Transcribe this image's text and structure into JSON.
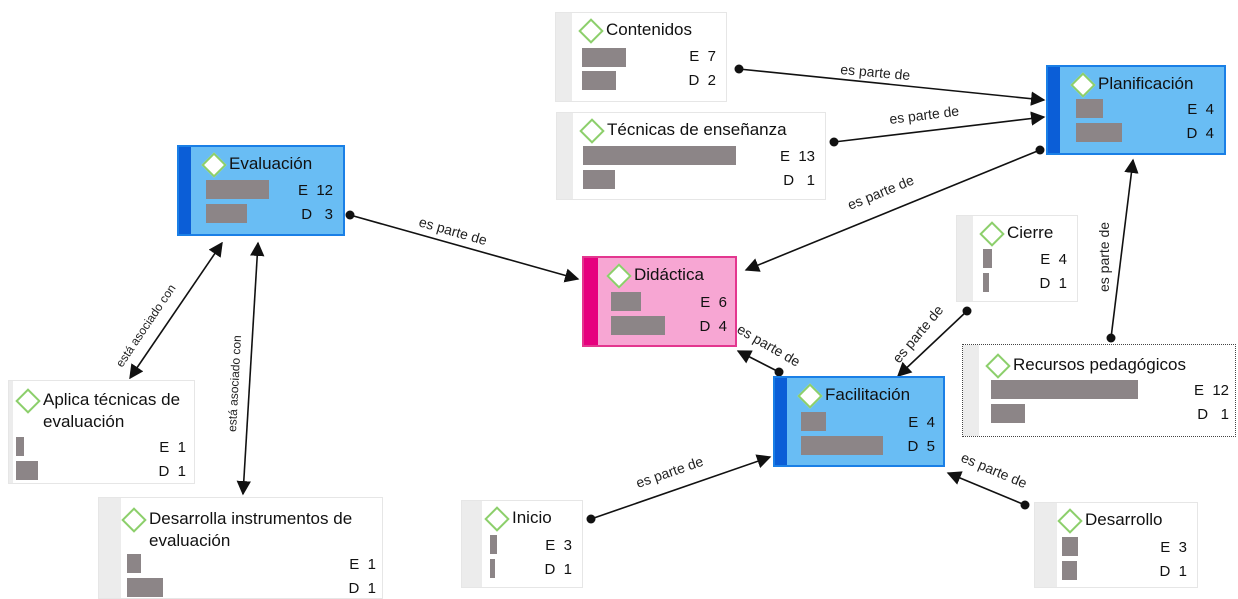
{
  "nodes": {
    "contenidos": {
      "title": "Contenidos",
      "e": "7",
      "d": "2"
    },
    "tecnicas": {
      "title": "Técnicas de enseñanza",
      "e": "13",
      "d": "1"
    },
    "planificacion": {
      "title": "Planificación",
      "e": "4",
      "d": "4"
    },
    "evaluacion": {
      "title": "Evaluación",
      "e": "12",
      "d": "3"
    },
    "didactica": {
      "title": "Didáctica",
      "e": "6",
      "d": "4"
    },
    "cierre": {
      "title": "Cierre",
      "e": "4",
      "d": "1"
    },
    "recursos": {
      "title": "Recursos pedagógicos",
      "e": "12",
      "d": "1"
    },
    "facilitacion": {
      "title": "Facilitación",
      "e": "4",
      "d": "5"
    },
    "aplica": {
      "title": "Aplica técnicas de evaluación",
      "e": "1",
      "d": "1"
    },
    "desarrolla": {
      "title": "Desarrolla instrumentos de evaluación",
      "e": "1",
      "d": "1"
    },
    "inicio": {
      "title": "Inicio",
      "e": "3",
      "d": "1"
    },
    "desarrollo": {
      "title": "Desarrollo",
      "e": "3",
      "d": "1"
    }
  },
  "labels": {
    "e": "E",
    "d": "D",
    "es_parte_de": "es parte de",
    "esta_asociado_con": "está asociado con"
  },
  "colors": {
    "blue_fill": "#69bdf4",
    "blue_strip": "#0b5ed7",
    "pink_fill": "#f7a6d3",
    "pink_strip": "#e6007e",
    "bar": "#8c8587",
    "diamond": "#8ccf6b"
  }
}
